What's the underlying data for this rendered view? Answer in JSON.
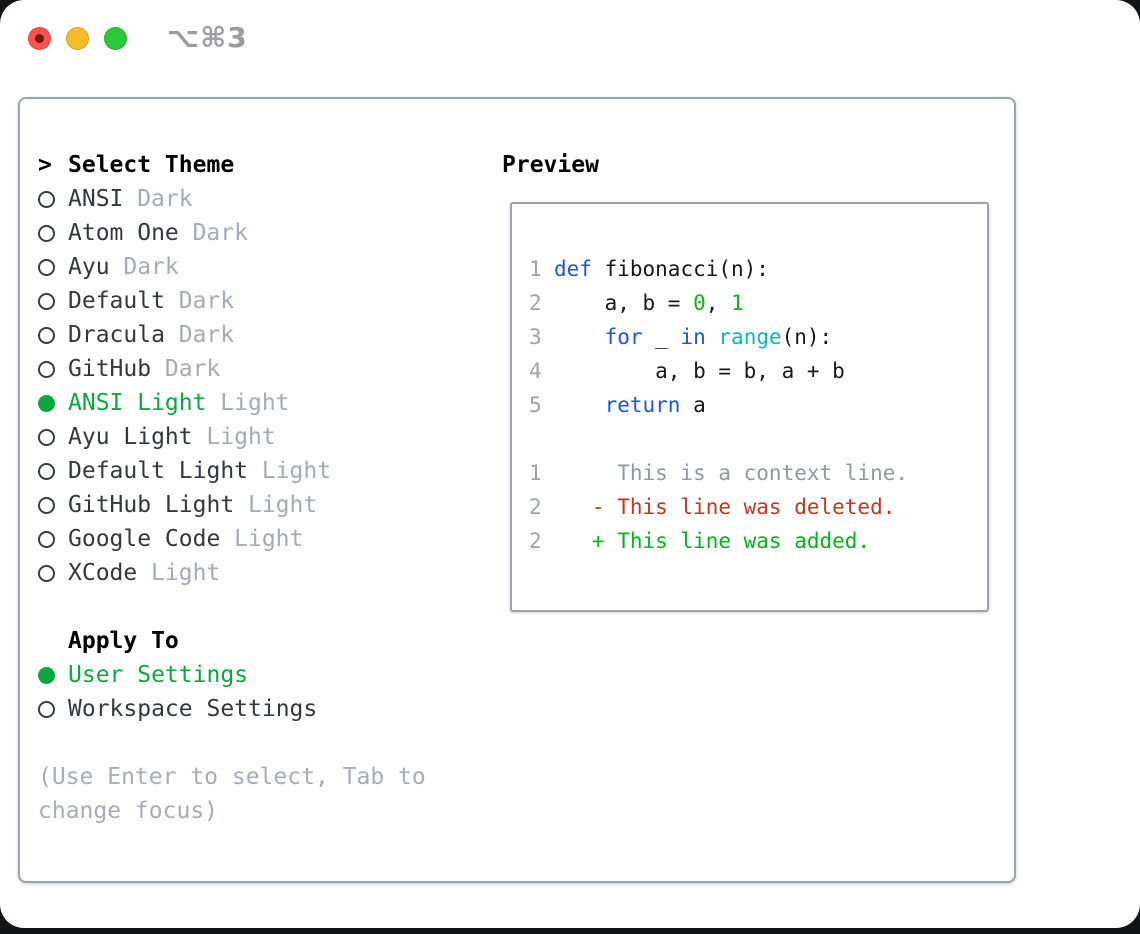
{
  "window": {
    "shortcut": "⌥⌘3"
  },
  "theme_picker": {
    "focus_caret": ">",
    "title": "Select Theme",
    "items": [
      {
        "name": "ANSI",
        "variant": "Dark",
        "selected": false
      },
      {
        "name": "Atom One",
        "variant": "Dark",
        "selected": false
      },
      {
        "name": "Ayu",
        "variant": "Dark",
        "selected": false
      },
      {
        "name": "Default",
        "variant": "Dark",
        "selected": false
      },
      {
        "name": "Dracula",
        "variant": "Dark",
        "selected": false
      },
      {
        "name": "GitHub",
        "variant": "Dark",
        "selected": false
      },
      {
        "name": "ANSI Light",
        "variant": "Light",
        "selected": true
      },
      {
        "name": "Ayu Light",
        "variant": "Light",
        "selected": false
      },
      {
        "name": "Default Light",
        "variant": "Light",
        "selected": false
      },
      {
        "name": "GitHub Light",
        "variant": "Light",
        "selected": false
      },
      {
        "name": "Google Code",
        "variant": "Light",
        "selected": false
      },
      {
        "name": "XCode",
        "variant": "Light",
        "selected": false
      }
    ]
  },
  "apply_to": {
    "title": "Apply To",
    "options": [
      {
        "label": "User Settings",
        "selected": true
      },
      {
        "label": "Workspace Settings",
        "selected": false
      }
    ]
  },
  "help_lines": [
    "(Use Enter to select, Tab to",
    "change focus)"
  ],
  "preview": {
    "title": "Preview",
    "code_lines": [
      {
        "num": "1",
        "spans": [
          {
            "t": "def",
            "c": "kw"
          },
          {
            "t": " fibonacci(n):",
            "c": "pl"
          }
        ]
      },
      {
        "num": "2",
        "spans": [
          {
            "t": "    a, b = ",
            "c": "pl"
          },
          {
            "t": "0",
            "c": "nm"
          },
          {
            "t": ", ",
            "c": "pl"
          },
          {
            "t": "1",
            "c": "nm"
          }
        ]
      },
      {
        "num": "3",
        "spans": [
          {
            "t": "    ",
            "c": "pl"
          },
          {
            "t": "for",
            "c": "kw"
          },
          {
            "t": " _ ",
            "c": "pl"
          },
          {
            "t": "in",
            "c": "kw"
          },
          {
            "t": " ",
            "c": "pl"
          },
          {
            "t": "range",
            "c": "fn"
          },
          {
            "t": "(n):",
            "c": "pl"
          }
        ]
      },
      {
        "num": "4",
        "spans": [
          {
            "t": "        a, b = b, a + b",
            "c": "pl"
          }
        ]
      },
      {
        "num": "5",
        "spans": [
          {
            "t": "    ",
            "c": "pl"
          },
          {
            "t": "return",
            "c": "kw"
          },
          {
            "t": " a",
            "c": "pl"
          }
        ]
      },
      {
        "num": "",
        "spans": []
      },
      {
        "num": "1",
        "spans": [
          {
            "t": "     This is a context line.",
            "c": "ctx"
          }
        ]
      },
      {
        "num": "2",
        "spans": [
          {
            "t": "   - This line was deleted.",
            "c": "del"
          }
        ]
      },
      {
        "num": "2",
        "spans": [
          {
            "t": "   + This line was added.",
            "c": "add"
          }
        ]
      }
    ]
  },
  "colors": {
    "panel_border": "#9aa3ae",
    "item": "#33383f",
    "variant": "#a3abb6",
    "ui_green": "#0da63f",
    "help": "#a6adb8",
    "lnum": "#9aa3ae",
    "code_plain": "#16181c",
    "keyword": "#1c55e2",
    "builtin": "#0ab5c9",
    "number": "#10b414",
    "context": "#8f99a3",
    "deleted": "#c53522",
    "added": "#00b41e",
    "traffic_red": "#f4544d",
    "traffic_red_dot": "#7c130c",
    "traffic_yellow": "#f7bb2e",
    "traffic_green": "#2cc73c",
    "shortcut": "#9b9ba0"
  }
}
